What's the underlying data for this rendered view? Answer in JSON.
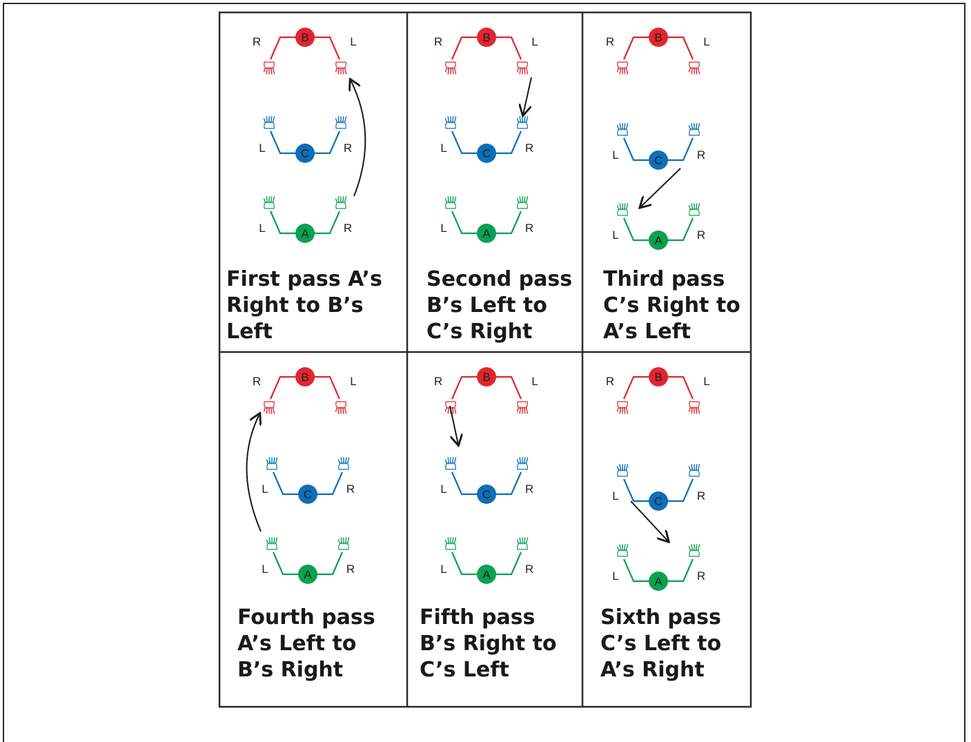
{
  "colors": {
    "B": "#e0262f",
    "C": "#0d6fb6",
    "A": "#0aa150",
    "arrow": "#1a1a1a",
    "grid": "#2b2b2b"
  },
  "panels": [
    {
      "caption": [
        "First pass A’s",
        "Right to B’s",
        "Left"
      ]
    },
    {
      "caption": [
        "Second pass",
        "B’s Left  to",
        "C’s Right"
      ]
    },
    {
      "caption": [
        "Third pass",
        "C’s Right to",
        "A’s Left"
      ]
    },
    {
      "caption": [
        "Fourth pass",
        "A’s Left to",
        "B’s Right"
      ]
    },
    {
      "caption": [
        "Fifth pass",
        "B’s Right to",
        "C’s Left"
      ]
    },
    {
      "caption": [
        "Sixth pass",
        "C’s Left to",
        "A’s Right"
      ]
    }
  ],
  "people": {
    "B": {
      "letter": "B",
      "left_side": "R",
      "right_side": "L"
    },
    "C": {
      "letter": "C",
      "left_side": "L",
      "right_side": "R"
    },
    "A": {
      "letter": "A",
      "left_side": "L",
      "right_side": "R"
    }
  }
}
